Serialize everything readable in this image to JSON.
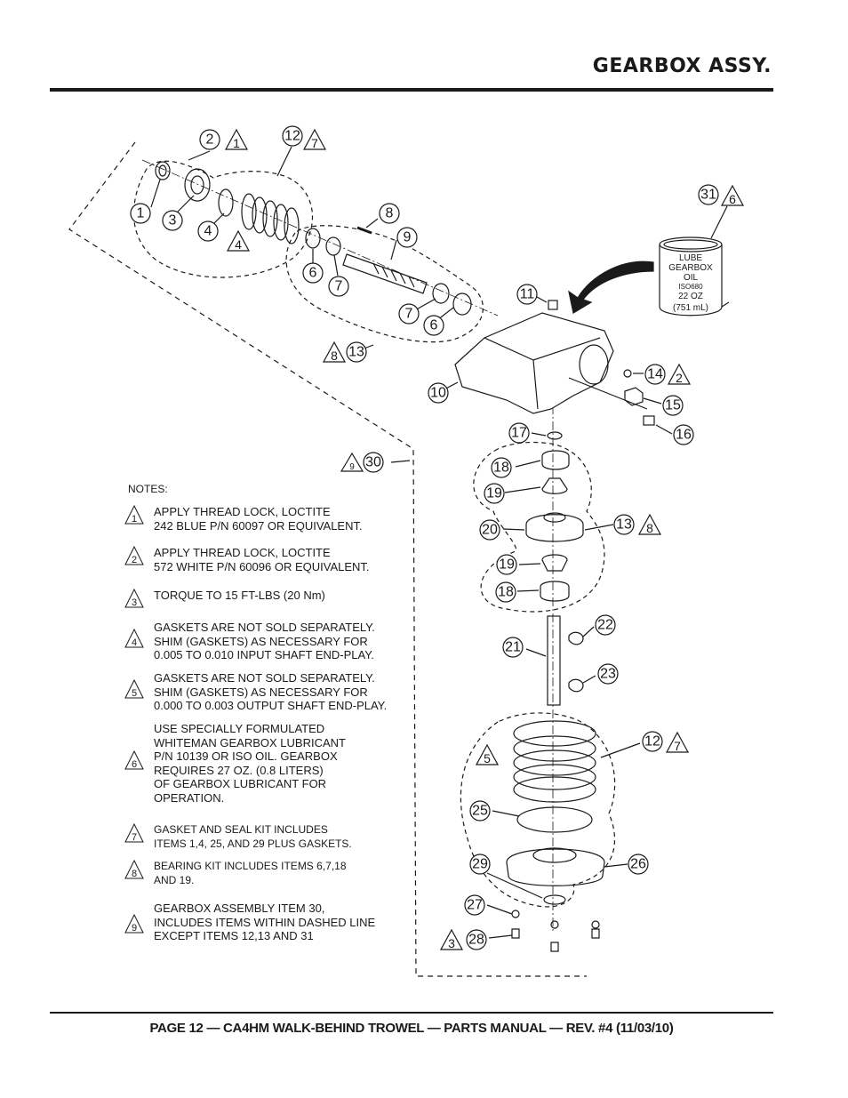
{
  "header": {
    "title": "GEARBOX ASSY."
  },
  "footer": {
    "text": "PAGE 12 — CA4HM WALK-BEHIND TROWEL — PARTS MANUAL — REV. #4 (11/03/10)"
  },
  "can_label": {
    "line1": "LUBE",
    "line2": "GEARBOX",
    "line3": "OIL",
    "line4": "ISO680",
    "line5": "22 OZ",
    "line6": "(751 mL)"
  },
  "callouts": {
    "c1": "1",
    "c2": "2",
    "c3": "3",
    "c4": "4",
    "c6a": "6",
    "c6b": "6",
    "c7a": "7",
    "c7b": "7",
    "c8": "8",
    "c9": "9",
    "c10": "10",
    "c11": "11",
    "c12a": "12",
    "c12b": "12",
    "c13a": "13",
    "c13b": "13",
    "c14": "14",
    "c15": "15",
    "c16": "16",
    "c17": "17",
    "c18a": "18",
    "c18b": "18",
    "c19a": "19",
    "c19b": "19",
    "c20": "20",
    "c21": "21",
    "c22": "22",
    "c23": "23",
    "c25": "25",
    "c26": "26",
    "c27": "27",
    "c28": "28",
    "c29": "29",
    "c30": "30",
    "c31": "31"
  },
  "triangles": {
    "t1": "1",
    "t7a": "7",
    "t4": "4",
    "t6": "6",
    "t8a": "8",
    "t2": "2",
    "t9": "9",
    "t8b": "8",
    "t7b": "7",
    "t5": "5",
    "t3": "3"
  },
  "notes": {
    "heading": "NOTES:",
    "items": [
      {
        "num": "1",
        "lines": [
          "APPLY THREAD LOCK, LOCTITE",
          "242 BLUE P/N 60097 OR EQUIVALENT."
        ]
      },
      {
        "num": "2",
        "lines": [
          "APPLY THREAD LOCK, LOCTITE",
          "572 WHITE P/N 60096 OR EQUIVALENT."
        ]
      },
      {
        "num": "3",
        "lines": [
          "TORQUE TO  15 FT-LBS (20 Nm)"
        ]
      },
      {
        "num": "4",
        "lines": [
          "GASKETS ARE NOT SOLD SEPARATELY.",
          "SHIM (GASKETS) AS NECESSARY FOR",
          "0.005 TO 0.010 INPUT SHAFT END-PLAY."
        ]
      },
      {
        "num": "5",
        "lines": [
          "GASKETS ARE NOT SOLD SEPARATELY.",
          "SHIM (GASKETS) AS NECESSARY FOR",
          "0.000 TO 0.003 OUTPUT SHAFT END-PLAY."
        ]
      },
      {
        "num": "6",
        "lines": [
          "USE SPECIALLY FORMULATED",
          "WHITEMAN GEARBOX LUBRICANT",
          "P/N 10139 OR ISO OIL. GEARBOX",
          "REQUIRES 27 OZ. (0.8 LITERS)",
          "OF GEARBOX LUBRICANT FOR",
          "OPERATION."
        ]
      },
      {
        "num": "7",
        "lines": [
          "GASKET AND SEAL KIT INCLUDES",
          "ITEMS 1,4, 25, AND 29  PLUS GASKETS."
        ]
      },
      {
        "num": "8",
        "lines": [
          "BEARING KIT INCLUDES ITEMS 6,7,18",
          "AND 19."
        ]
      },
      {
        "num": "9",
        "lines": [
          "GEARBOX ASSEMBLY ITEM 30,",
          "INCLUDES ITEMS WITHIN DASHED LINE",
          "EXCEPT ITEMS 12,13 AND 31"
        ]
      }
    ]
  }
}
